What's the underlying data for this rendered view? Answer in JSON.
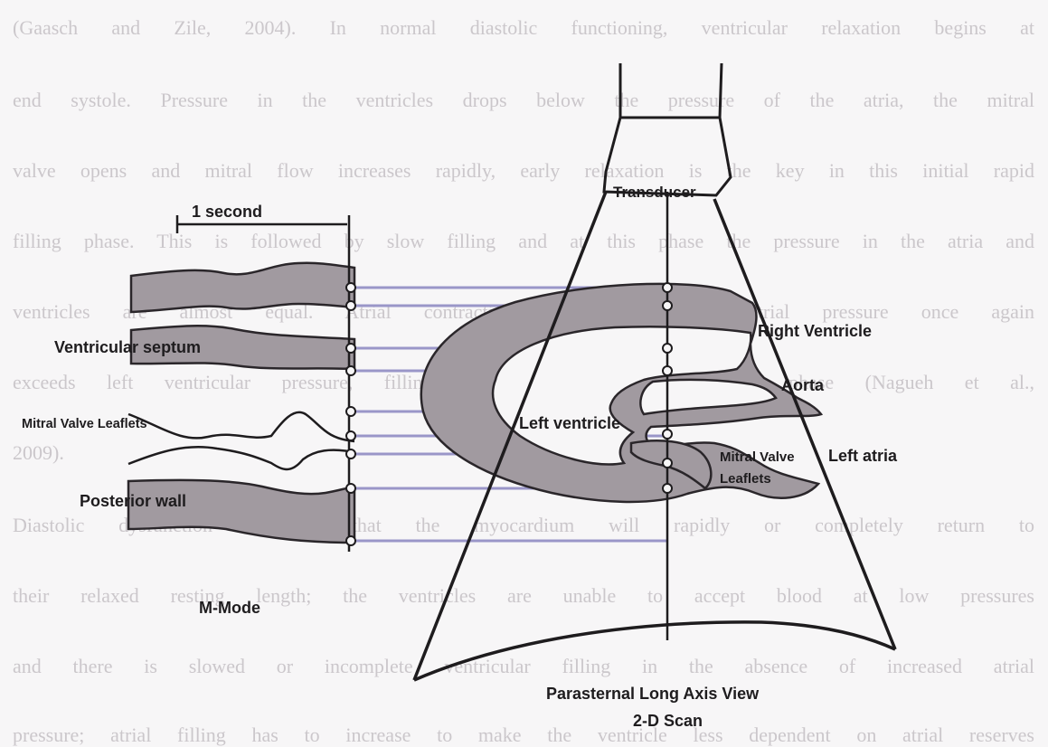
{
  "paragraph": {
    "lines": [
      "(Gaasch and Zile, 2004). In normal diastolic functioning, ventricular relaxation begins at",
      "end systole. Pressure in the ventricles drops below the pressure of the atria, the mitral",
      "valve opens and mitral flow increases rapidly, early relaxation is the key in this initial rapid",
      "filling phase. This is followed by slow filling and at this phase the pressure in the atria and",
      "ventricles are almost equal. Atrial contraction occurs and the atrial pressure once again",
      "exceeds left ventricular pressure, filling the ventricles in the last phase (Nagueh et al.,",
      "2009).",
      "",
      "Diastolic dysfunction indicates that the myocardium will rapidly or completely return to",
      "their relaxed resting length; the ventricles are unable to accept blood at low pressures",
      "and there is slowed or incomplete ventricular filling in the absence of increased atrial",
      "pressure; atrial filling has to increase to make the ventricle less dependent on atrial reserves"
    ]
  },
  "diagram": {
    "mmode": {
      "scale_label": "1 second",
      "septum_label": "Ventricular septum",
      "mitral_label": "Mitral Valve Leaflets",
      "posterior_label": "Posterior wall",
      "caption": "M-Mode"
    },
    "scan": {
      "transducer_label": "Transducer",
      "right_ventricle_label": "Right Ventricle",
      "aorta_label": "Aorta",
      "left_ventricle_label": "Left ventricle",
      "mitral_label_line1": "Mitral Valve",
      "mitral_label_line2": "Leaflets",
      "left_atria_label": "Left atria",
      "view_label": "Parasternal Long Axis View",
      "caption": "2-D Scan"
    },
    "colors": {
      "tissue": "#a19aa0",
      "tissue_outline": "#2a262a",
      "connector": "#9a96c8",
      "ink": "#1e1c1e"
    }
  }
}
